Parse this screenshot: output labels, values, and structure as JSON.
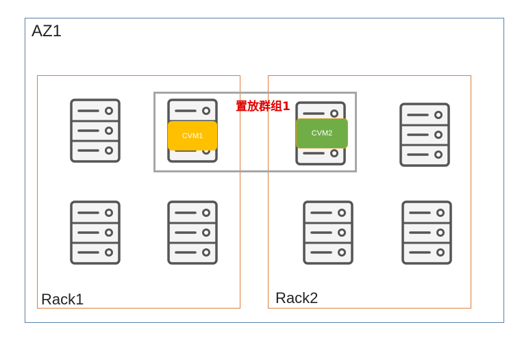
{
  "az": {
    "label": "AZ1"
  },
  "racks": [
    {
      "label": "Rack1"
    },
    {
      "label": "Rack2"
    }
  ],
  "placement_group": {
    "label": "置放群组1",
    "color": "#e00000"
  },
  "vms": [
    {
      "label": "CVM1",
      "color": "#ffc000"
    },
    {
      "label": "CVM2",
      "color": "#70ad47"
    }
  ],
  "colors": {
    "az_border": "#5b7fa8",
    "rack_border": "#e07b39",
    "group_border": "#a6a6a6",
    "server_stroke": "#555555"
  },
  "icons": {
    "server": "server-icon"
  }
}
